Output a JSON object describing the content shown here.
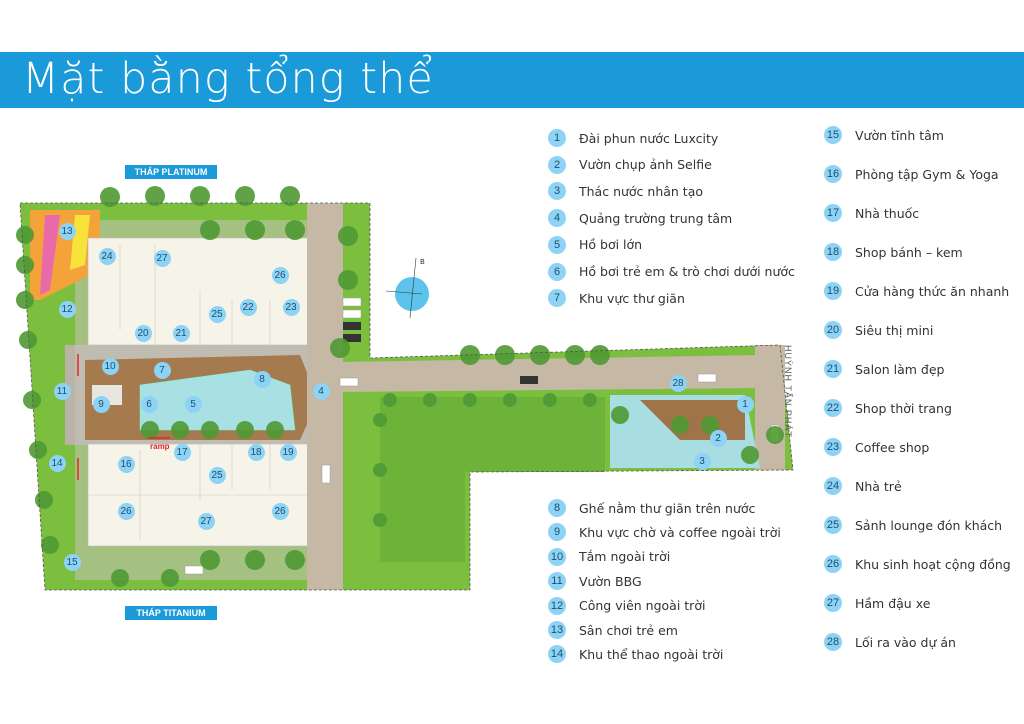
{
  "title": "Mặt bằng tổng thể",
  "map": {
    "tower_top": "THÁP PLATINUM",
    "tower_bottom": "THÁP TITANIUM",
    "ramp_label": "ramp",
    "street": "HUỲNH TẤN PHÁT",
    "compass_label": "B",
    "markers": [
      "13",
      "24",
      "27",
      "26",
      "12",
      "25",
      "22",
      "23",
      "20",
      "21",
      "10",
      "7",
      "8",
      "11",
      "9",
      "6",
      "5",
      "4",
      "17",
      "18",
      "19",
      "16",
      "14",
      "25",
      "26",
      "26",
      "27",
      "15",
      "28",
      "1",
      "2",
      "3"
    ]
  },
  "legend": [
    {
      "num": "1",
      "label": "Đài phun nước Luxcity"
    },
    {
      "num": "2",
      "label": "Vườn chụp ảnh Selfie"
    },
    {
      "num": "3",
      "label": "Thác nước nhân tạo"
    },
    {
      "num": "4",
      "label": "Quảng trường trung tâm"
    },
    {
      "num": "5",
      "label": "Hồ bơi lớn"
    },
    {
      "num": "6",
      "label": "Hồ bơi trẻ em & trò chơi dưới nước"
    },
    {
      "num": "7",
      "label": "Khu vực thư giãn"
    },
    {
      "num": "8",
      "label": "Ghế nằm thư giãn trên nước"
    },
    {
      "num": "9",
      "label": "Khu vực chờ và coffee ngoài trời"
    },
    {
      "num": "10",
      "label": "Tắm ngoài trời"
    },
    {
      "num": "11",
      "label": "Vườn BBG"
    },
    {
      "num": "12",
      "label": "Công viên ngoài trời"
    },
    {
      "num": "13",
      "label": "Sân chơi trẻ em"
    },
    {
      "num": "14",
      "label": "Khu thể thao ngoài trời"
    },
    {
      "num": "15",
      "label": "Vườn tĩnh tâm"
    },
    {
      "num": "16",
      "label": "Phòng tập Gym & Yoga"
    },
    {
      "num": "17",
      "label": "Nhà thuốc"
    },
    {
      "num": "18",
      "label": "Shop bánh – kem"
    },
    {
      "num": "19",
      "label": "Cửa hàng thức ăn nhanh"
    },
    {
      "num": "20",
      "label": "Siêu thị mini"
    },
    {
      "num": "21",
      "label": "Salon làm đẹp"
    },
    {
      "num": "22",
      "label": "Shop thời trang"
    },
    {
      "num": "23",
      "label": "Coffee shop"
    },
    {
      "num": "24",
      "label": "Nhà trẻ"
    },
    {
      "num": "25",
      "label": "Sảnh lounge đón khách"
    },
    {
      "num": "26",
      "label": "Khu sinh hoạt cộng đồng"
    },
    {
      "num": "27",
      "label": "Hầm đậu xe"
    },
    {
      "num": "28",
      "label": "Lối ra vào dự án"
    }
  ]
}
